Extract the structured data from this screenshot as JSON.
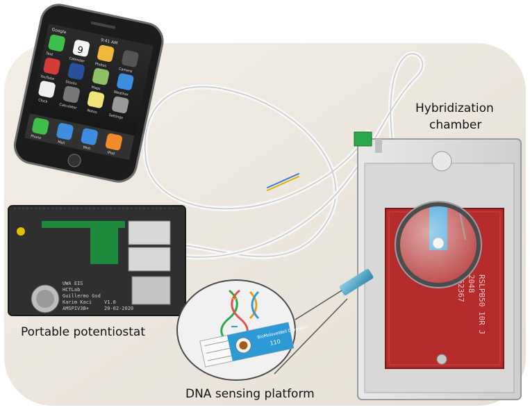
{
  "labels": {
    "hybridization_line1": "Hybridization",
    "hybridization_line2": "chamber",
    "potentiostat": "Portable potentiostat",
    "dna_platform": "DNA sensing platform"
  },
  "phone": {
    "carrier": "Google",
    "time": "9:41 AM",
    "calendar_day": "9",
    "app_labels": [
      "Text",
      "Calendar",
      "Photos",
      "Camera",
      "YouTube",
      "Stocks",
      "Maps",
      "Weather",
      "Clock",
      "Calculator",
      "Notes",
      "Settings"
    ],
    "dock_labels": [
      "Phone",
      "Mail",
      "Web",
      "iPod"
    ]
  },
  "board_text": [
    "UWA EIS",
    "HCTLab",
    "Guillermo Gsd",
    "Karim Kaci",
    "AMSPIV3B+",
    "V1.0",
    "20-02-2020"
  ],
  "strip_text": {
    "brand": "BioMoloveWell DropSens",
    "model": "110"
  },
  "chamber_text": [
    "162367",
    "2048",
    "RSLPB50 10R J"
  ],
  "colors": {
    "background_card": "#ede8e0",
    "red_electrode": "#b52a2a",
    "magnifier_blue": "#58a9c7",
    "strip_blue": "#2d9ad6"
  }
}
